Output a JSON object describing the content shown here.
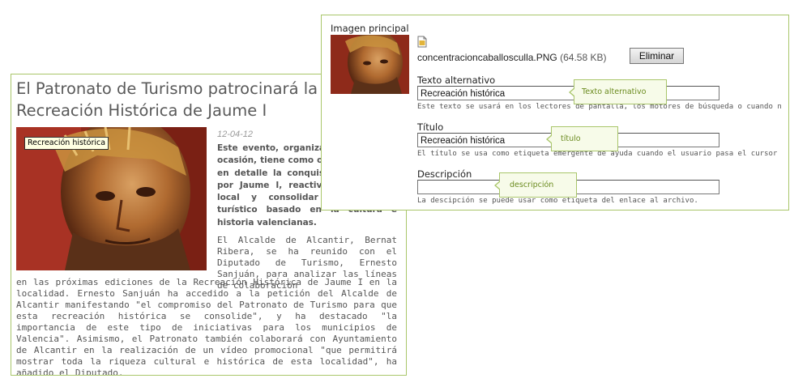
{
  "article": {
    "title": "El Patronato de Turismo patrocinará la Recreación Histórica de Jaume I",
    "image_tooltip": "Recreación histórica",
    "date": "12-04-12",
    "lead": "Este evento, organizado por tercera ocasión, tiene como objetivo conocer en detalle la conquista de Valencia por Jaume I, reactivar el comercio local y consolidar un producto turístico basado en la cultura e historia valencianas.",
    "para1": "El Alcalde de Alcantir, Bernat Ribera, se ha reunido con el Diputado de Turismo, Ernesto Sanjuán, para analizar las líneas de colaboración",
    "body": "en las próximas ediciones de la Recreación Histórica de Jaume I en la localidad. Ernesto Sanjuán ha accedido a la petición del Alcalde de Alcantir manifestando \"el compromiso del Patronato de Turismo para que esta recreación histórica se consolide\", y ha destacado \"la importancia de este tipo de iniciativas para los municipios de Valencia\". Asimismo, el Patronato también colaborará con Ayuntamiento de Alcantir en la realización de un vídeo promocional \"que permitirá mostrar toda la riqueza cultural e histórica de esta localidad\", ha añadido el Diputado."
  },
  "editor": {
    "image_label": "Imagen principal",
    "file_icon": "document-icon",
    "filename": "concentracioncaballosculla.PNG",
    "filesize": "(64.58 KB)",
    "delete_label": "Eliminar",
    "alt": {
      "label": "Texto alternativo",
      "value": "Recreación histórica",
      "hint": "Este texto se usará en los lectores de pantalla, los motores de búsqueda o cuando n",
      "callout": "Texto alternativo"
    },
    "title_field": {
      "label": "Título",
      "value": "Recreación histórica",
      "hint": "El título se usa como etiqueta emergente de ayuda cuando el usuario pasa el cursor",
      "callout": "título"
    },
    "description": {
      "label": "Descripción",
      "value": "",
      "hint": "La descipción se puede usar como etiqueta del enlace al archivo.",
      "callout": "descripción"
    }
  },
  "colors": {
    "panel_border": "#a9c66a",
    "callout_text": "#6b8b1f"
  }
}
